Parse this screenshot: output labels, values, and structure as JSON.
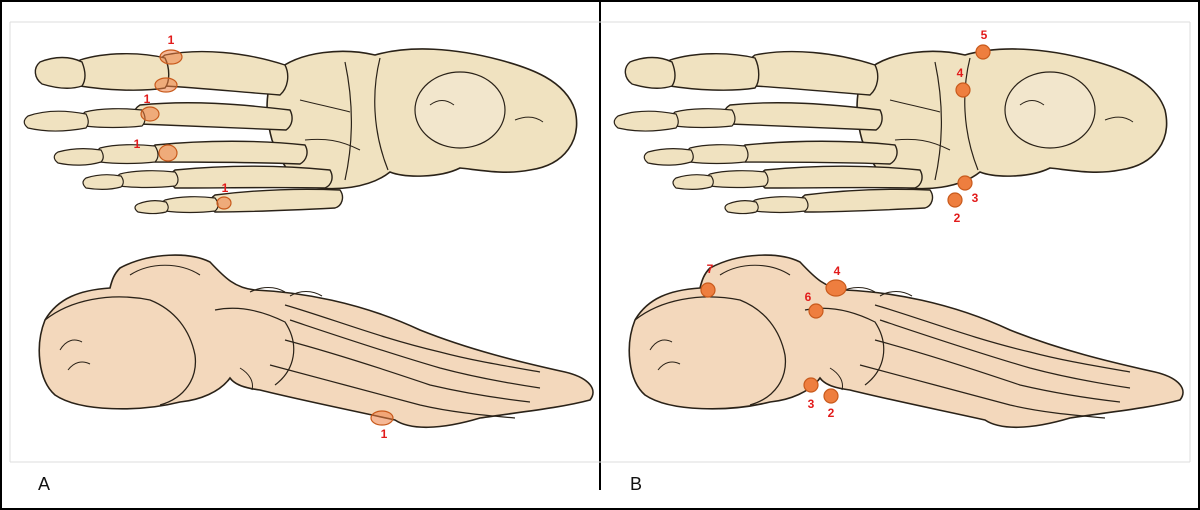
{
  "panels": [
    {
      "letter": "A",
      "dorsal_markers": [
        "1",
        "1",
        "1",
        "1"
      ],
      "lateral_markers": [
        "1"
      ]
    },
    {
      "letter": "B",
      "dorsal_markers": [
        "5",
        "4",
        "3",
        "2"
      ],
      "lateral_markers": [
        "7",
        "4",
        "6",
        "3",
        "2"
      ]
    }
  ],
  "colors": {
    "bone_light": "#f1e4c4",
    "bone_shade": "#e8c9a4",
    "bone_outline": "#2a2218",
    "marker_fill": "#ee7e3f",
    "marker_stroke": "#c85a1c",
    "label_red": "#e21b1b"
  },
  "icons": {
    "marker": "orange-circle-marker",
    "bone": "foot-skeleton-illustration"
  }
}
